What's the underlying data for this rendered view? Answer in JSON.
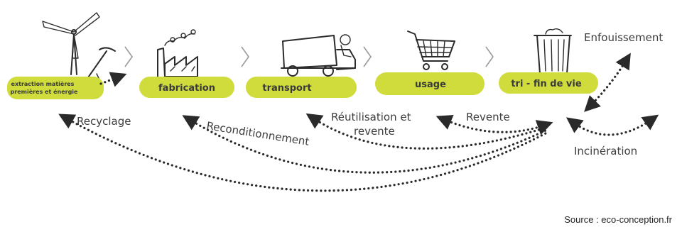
{
  "stages": [
    {
      "id": "extraction",
      "label_line1": "extraction matières",
      "label_line2": "premières et énergie",
      "icon": "wind-turbine-pickaxe-icon"
    },
    {
      "id": "fabrication",
      "label": "fabrication",
      "icon": "factory-icon"
    },
    {
      "id": "transport",
      "label": "transport",
      "icon": "truck-icon"
    },
    {
      "id": "usage",
      "label": "usage",
      "icon": "shopping-cart-icon"
    },
    {
      "id": "fin-de-vie",
      "label": "tri - fin de vie",
      "icon": "trash-bin-icon"
    }
  ],
  "flows": {
    "enfouissement": "Enfouissement",
    "incineration": "Incinération",
    "revente": "Revente",
    "reutilisation_line1": "Réutilisation et",
    "reutilisation_line2": "revente",
    "reconditionnement": "Reconditionnement",
    "recyclage": "Recyclage"
  },
  "source": "Source : eco-conception.fr",
  "colors": {
    "pill": "#cfdc3c",
    "arrow": "#2a2a2a",
    "chevron": "#9a9a9a"
  }
}
